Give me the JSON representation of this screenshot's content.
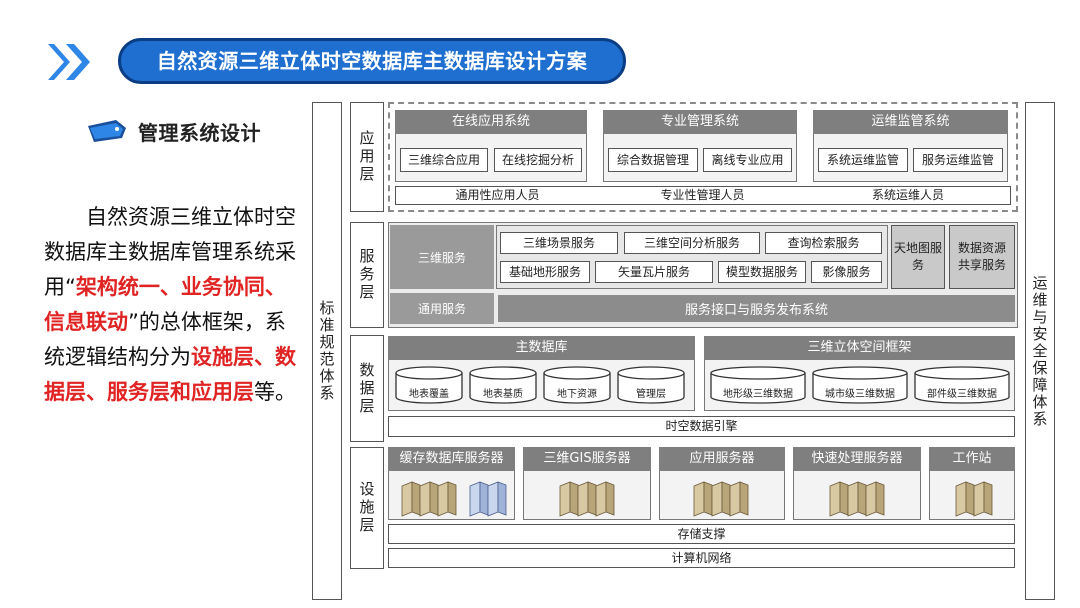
{
  "header": {
    "title": "自然资源三维立体时空数据库主数据库设计方案",
    "section_title": "管理系统设计"
  },
  "paragraph": {
    "p1": "自然资源三维立体时空数据库主数据库管理系统采用“",
    "hl1": "架构统一、业务协同、信息联动",
    "p2": "”的总体框架，系统逻辑结构分为",
    "hl2": "设施层、数据层、服务层和应用层",
    "p3": "等。"
  },
  "side": {
    "left": "标准规范体系",
    "right": "运维与安全保障体系"
  },
  "layers": {
    "app": "应用层",
    "service": "服务层",
    "data": "数据层",
    "infra": "设施层"
  },
  "app_layer": {
    "groups": [
      {
        "title": "在线应用系统",
        "items": [
          "三维综合应用",
          "在线挖掘分析"
        ]
      },
      {
        "title": "专业管理系统",
        "items": [
          "综合数据管理",
          "离线专业应用"
        ]
      },
      {
        "title": "运维监管系统",
        "items": [
          "系统运维监管",
          "服务运维监管"
        ]
      }
    ],
    "users": [
      "通用性应用人员",
      "专业性管理人员",
      "系统运维人员"
    ]
  },
  "service_layer": {
    "three_d_label": "三维服务",
    "row1": [
      "三维场景服务",
      "三维空间分析服务",
      "查询检索服务"
    ],
    "row2": [
      "基础地形服务",
      "矢量瓦片服务",
      "模型数据服务",
      "影像服务"
    ],
    "tianditu": "天地图服务",
    "data_share": "数据资源共享服务",
    "general_label": "通用服务",
    "general_bar": "服务接口与服务发布系统"
  },
  "data_layer": {
    "main_db": {
      "title": "主数据库",
      "items": [
        "地表覆盖",
        "地表基质",
        "地下资源",
        "管理层"
      ]
    },
    "frame": {
      "title": "三维立体空间框架",
      "items": [
        "地形级三维数据",
        "城市级三维数据",
        "部件级三维数据"
      ]
    },
    "engine": "时空数据引擎"
  },
  "infra_layer": {
    "servers": [
      "缓存数据库服务器",
      "三维GIS服务器",
      "应用服务器",
      "快速处理服务器",
      "工作站"
    ],
    "storage": "存储支撑",
    "network": "计算机网络"
  },
  "colors": {
    "title_fill": "#1f6fd0",
    "title_border": "#0b3d85",
    "highlight": "#e02424",
    "header_gray": "#7f7f7f"
  }
}
